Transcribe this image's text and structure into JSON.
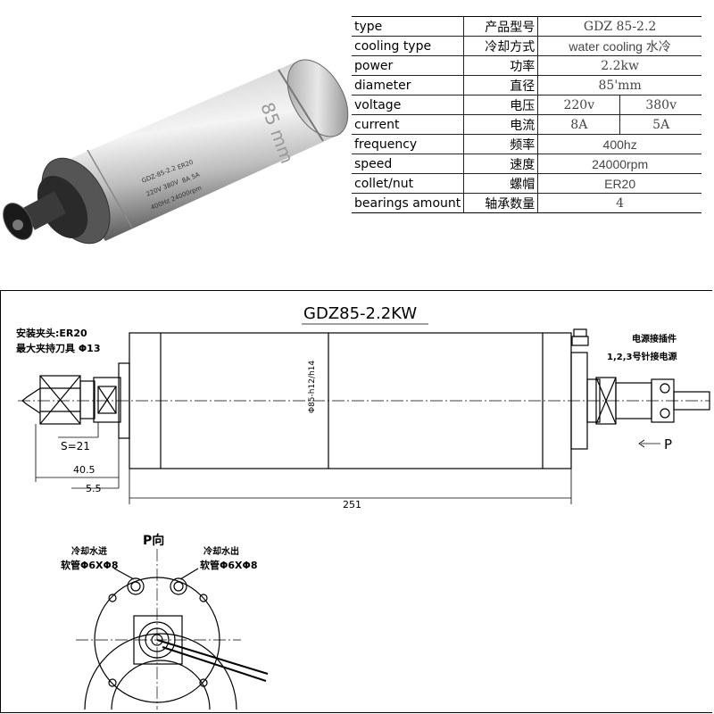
{
  "spec_table": {
    "rows": [
      {
        "en": "type",
        "cn": "产品型号",
        "value": "GDZ 85-2.2"
      },
      {
        "en": "cooling type",
        "cn": "冷却方式",
        "value": "water cooling 水冷"
      },
      {
        "en": "power",
        "cn": "功率",
        "value": "2.2kw"
      },
      {
        "en": "diameter",
        "cn": "直径",
        "value": "85'mm"
      },
      {
        "en": "voltage",
        "cn": "电压",
        "values": [
          "220v",
          "380v"
        ]
      },
      {
        "en": "current",
        "cn": "电流",
        "values": [
          "8A",
          "5A"
        ]
      },
      {
        "en": "frequency",
        "cn": "频率",
        "value": "400hz"
      },
      {
        "en": "speed",
        "cn": "速度",
        "value": "24000rpm"
      },
      {
        "en": "collet/nut",
        "cn": "螺帽",
        "value": "ER20"
      },
      {
        "en": "bearings amount",
        "cn": "轴承数量",
        "value": "4"
      }
    ]
  },
  "photo": {
    "body_text": "85 mm",
    "label_lines": [
      "GDZ-85-2.2",
      "ER20",
      "220V 380V",
      "8A 5A",
      "400Hz 24000rpm"
    ]
  },
  "drawing": {
    "title": "GDZ85-2.2KW",
    "collet_label": "安装夹头:ER20",
    "max_tool_label": "最大夹持刀具 Φ13",
    "wrench_label": "S=21",
    "dim_405": "40.5",
    "dim_55": "5.5",
    "dim_251": "251",
    "diameter_label": "Φ85-h12/h14",
    "power_plug_label": "电源接插件",
    "pin_label": "1,2,3号针接电源",
    "view_arrow_label": "P",
    "view_title": "P向",
    "water_in_label": "冷却水进",
    "water_in_tube": "软管Φ6XΦ8",
    "water_out_label": "冷却水出",
    "water_out_tube": "软管Φ6XΦ8"
  }
}
